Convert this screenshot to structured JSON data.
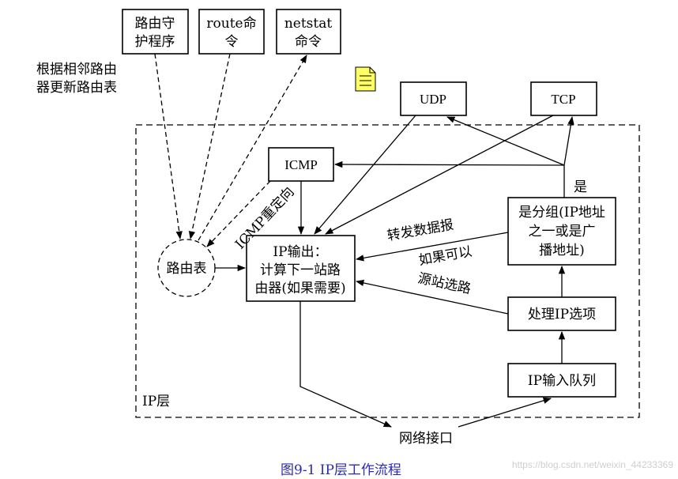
{
  "nodes": {
    "routed": [
      "路由守",
      "护程序"
    ],
    "route_cmd": [
      "route命",
      "令"
    ],
    "netstat_cmd": [
      "netstat",
      "命令"
    ],
    "udp": "UDP",
    "tcp": "TCP",
    "icmp": "ICMP",
    "ip_output": [
      "IP输出：",
      "计算下一站路",
      "由器(如果需要)"
    ],
    "routing_table": "路由表",
    "is_mine": [
      "是分组(IP地址",
      "之一或是广",
      "播地址)"
    ],
    "ip_options": "处理IP选项",
    "ip_input_queue": "IP输入队列",
    "net_iface": "网络接口"
  },
  "labels": {
    "update_routes": [
      "根据相邻路由",
      "器更新路由表"
    ],
    "yes": "是",
    "icmp_redirect": "ICMP重定向",
    "forward": [
      "转发数据报",
      "如果可以"
    ],
    "source_route": "源站选路",
    "ip_layer": "IP层"
  },
  "caption": "图9-1   IP层工作流程",
  "watermark": "https://blog.csdn.net/weixin_44233369",
  "colors": {
    "caption": "#2a2ab4",
    "line": "#000000",
    "note_icon": "#ffff66"
  }
}
